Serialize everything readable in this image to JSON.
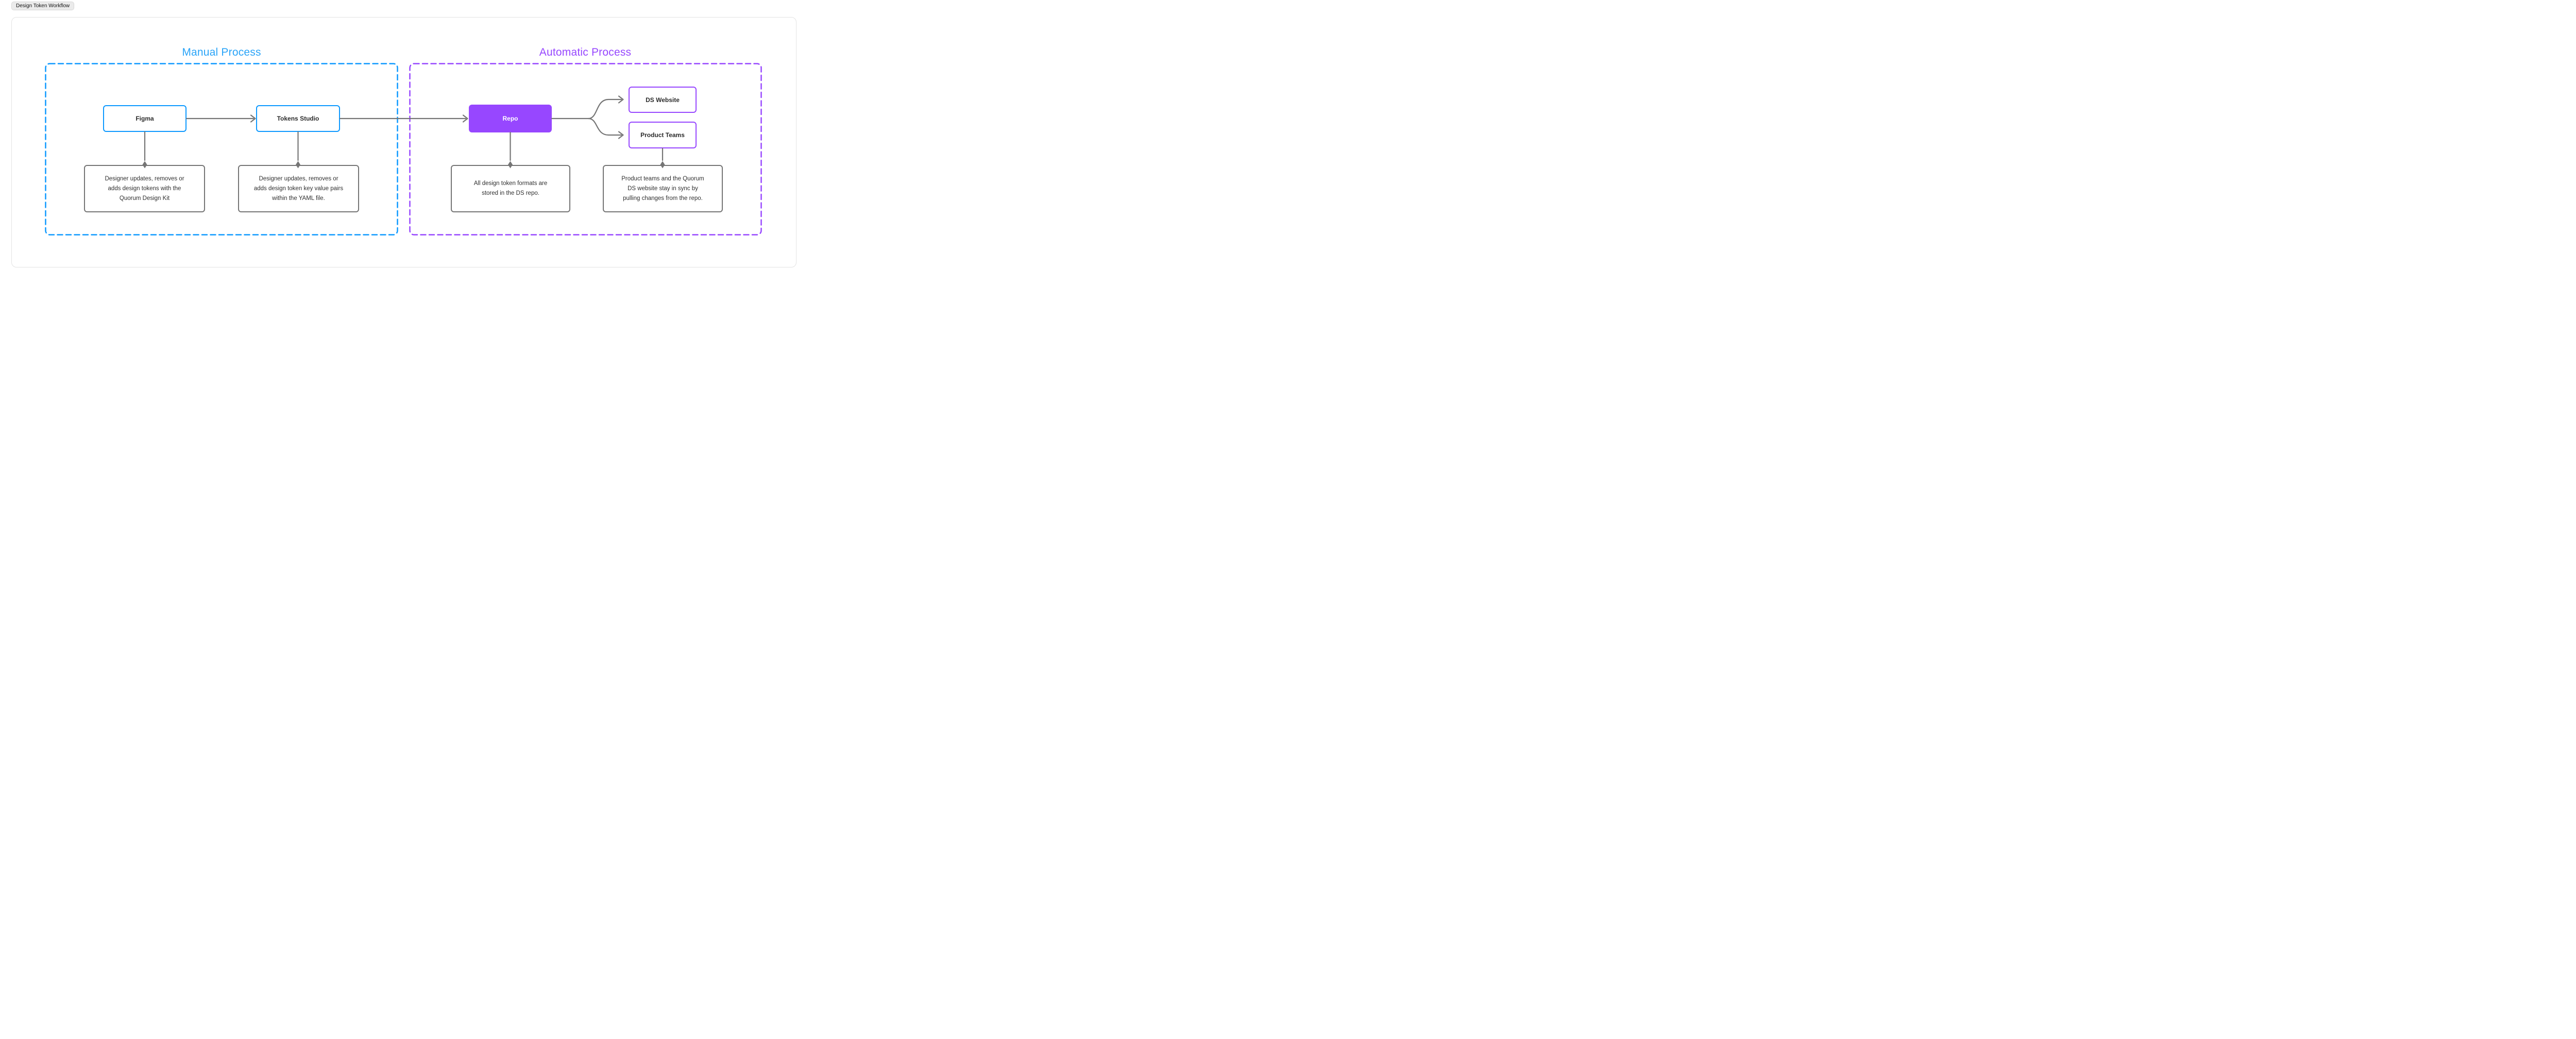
{
  "badge": {
    "label": "Design Token Workflow"
  },
  "sections": {
    "manual": {
      "title": "Manual Process",
      "color": "#0D99FF"
    },
    "automatic": {
      "title": "Automatic Process",
      "color": "#9747FF"
    }
  },
  "nodes": {
    "figma": {
      "label": "Figma"
    },
    "tokens_studio": {
      "label": "Tokens Studio"
    },
    "repo": {
      "label": "Repo"
    },
    "ds_website": {
      "label": "DS Website"
    },
    "product_teams": {
      "label": "Product Teams"
    }
  },
  "notes": {
    "figma_note": {
      "lines": [
        "Designer updates, removes or",
        "adds design tokens with the",
        "Quorum Design Kit"
      ]
    },
    "tokens_studio_note": {
      "lines": [
        "Designer updates, removes or",
        "adds design token key value pairs",
        "within the YAML file."
      ]
    },
    "repo_note": {
      "lines": [
        "All design token formats are",
        "stored in the DS repo."
      ]
    },
    "product_teams_note": {
      "lines": [
        "Product teams and the Quorum",
        "DS website stay in sync by",
        "pulling changes from the repo."
      ]
    }
  },
  "colors": {
    "section_blue": "#0D99FF",
    "section_purple": "#9747FF",
    "repo_fill": "#9747FF",
    "connector_gray": "#757575",
    "note_border": "#757575",
    "canvas_border": "#E3E3E3",
    "badge_bg": "#EBEBEB"
  }
}
